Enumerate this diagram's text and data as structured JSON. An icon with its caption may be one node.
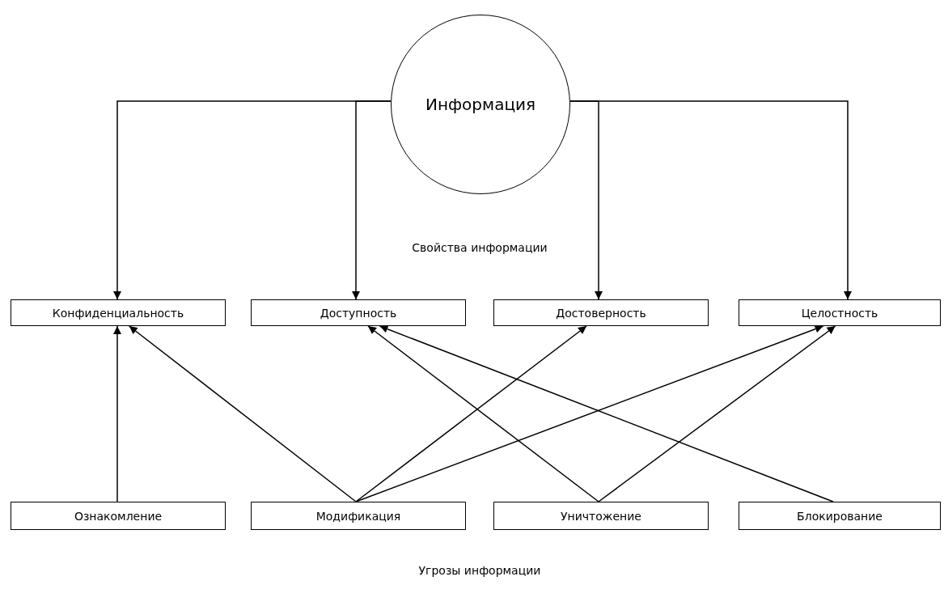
{
  "diagram": {
    "nodes": [
      {
        "text": [
          "Информация"
        ]
      },
      {
        "text": [
          "Конфиденциальность"
        ]
      },
      {
        "text": [
          "Доступность"
        ]
      },
      {
        "text": [
          "Достоверность"
        ]
      },
      {
        "text": [
          "Целостность"
        ]
      },
      {
        "text": [
          "Ознакомление"
        ]
      },
      {
        "text": [
          "Модификация"
        ]
      },
      {
        "text": [
          "Уничтожение"
        ]
      },
      {
        "text": [
          "Блокирование"
        ]
      }
    ],
    "edges": [
      {
        "from": 0,
        "to": 1,
        "arrow": "to"
      },
      {
        "from": 0,
        "to": 2,
        "arrow": "to"
      },
      {
        "from": 0,
        "to": 3,
        "arrow": "to"
      },
      {
        "from": 0,
        "to": 4,
        "arrow": "to"
      },
      {
        "from": 5,
        "to": 1,
        "arrow": "to"
      },
      {
        "from": 6,
        "to": 1,
        "arrow": "to"
      },
      {
        "from": 6,
        "to": 3,
        "arrow": "to"
      },
      {
        "from": 6,
        "to": 4,
        "arrow": "to"
      },
      {
        "from": 7,
        "to": 2,
        "arrow": "to"
      },
      {
        "from": 7,
        "to": 4,
        "arrow": "to"
      },
      {
        "from": 8,
        "to": 2,
        "arrow": "to"
      }
    ],
    "labels": [
      "Свойства информации",
      "Угрозы информации"
    ]
  }
}
